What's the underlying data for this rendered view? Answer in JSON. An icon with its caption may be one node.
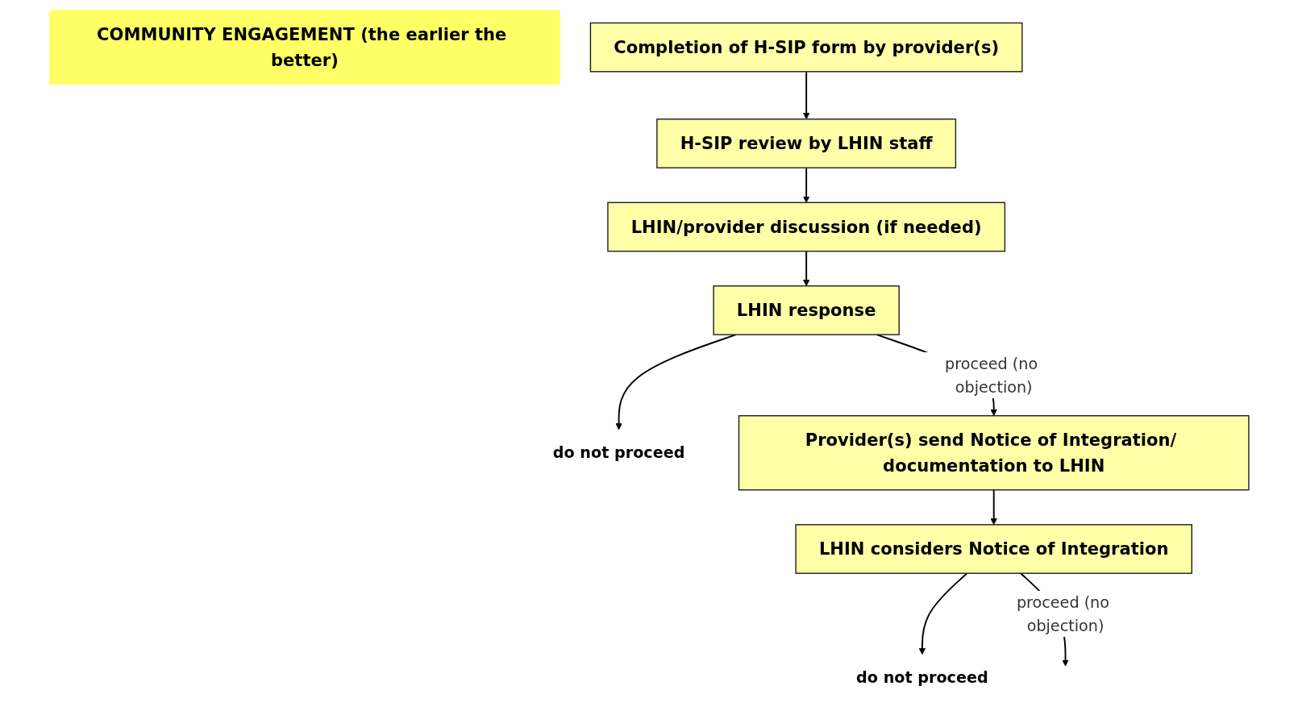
{
  "diagram": {
    "nodes": [
      {
        "text": [
          "COMMUNITY ENGAGEMENT (the earlier the better)"
        ]
      },
      {
        "text": [
          "Completion of H-SIP form by provider(s)"
        ]
      },
      {
        "text": [
          "H-SIP review by LHIN staff"
        ]
      },
      {
        "text": [
          "LHIN/provider discussion (if needed)"
        ]
      },
      {
        "text": [
          "LHIN response"
        ]
      },
      {
        "text": [
          "do not proceed"
        ]
      },
      {
        "text": [
          "Provider(s) send Notice of Integration/ documentation to LHIN"
        ]
      },
      {
        "text": [
          "LHIN considers Notice of Integration"
        ]
      },
      {
        "text": [
          "do not proceed"
        ]
      }
    ],
    "edges": [
      {
        "from": 1,
        "to": 2,
        "arrow": "to"
      },
      {
        "from": 2,
        "to": 3,
        "arrow": "to"
      },
      {
        "from": 3,
        "to": 4,
        "arrow": "to"
      },
      {
        "from": 4,
        "to": 5,
        "arrow": "to"
      },
      {
        "from": 4,
        "to": 6,
        "label": "proceed (no objection)",
        "arrow": "to"
      },
      {
        "from": 6,
        "to": 7,
        "arrow": "to"
      },
      {
        "from": 7,
        "to": 8,
        "arrow": "to"
      },
      {
        "from": 7,
        "to": null,
        "label": "proceed (no objection)",
        "arrow": "to"
      }
    ]
  }
}
